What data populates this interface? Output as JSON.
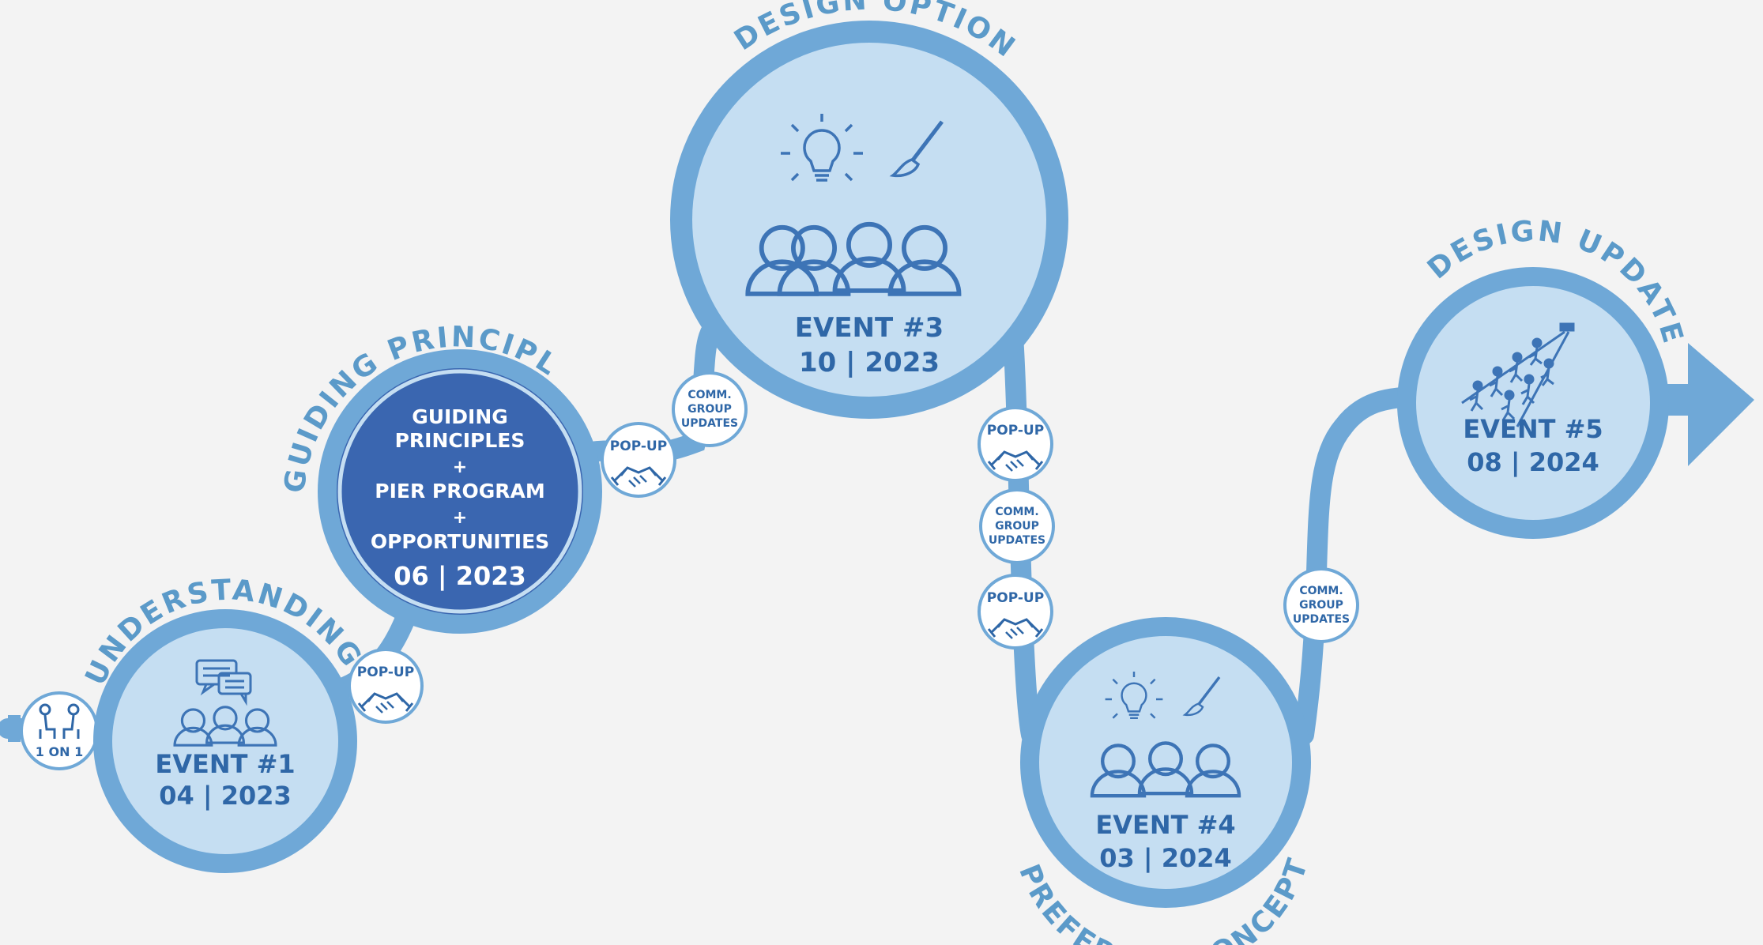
{
  "stages": {
    "understanding": "UNDERSTANDING",
    "guiding": "GUIDING PRINCIPLES",
    "design_options": "DESIGN OPTIONS",
    "design_update": "DESIGN UPDATE",
    "preferred": "PREFERRED CONCEPT"
  },
  "events": [
    {
      "title": "EVENT #1",
      "date": "04 | 2023"
    },
    {
      "lines": [
        "GUIDING",
        "PRINCIPLES",
        "+",
        "PIER PROGRAM",
        "+",
        "OPPORTUNITIES"
      ],
      "date": "06 | 2023"
    },
    {
      "title": "EVENT #3",
      "date": "10 | 2023"
    },
    {
      "title": "EVENT #4",
      "date": "03 | 2024"
    },
    {
      "title": "EVENT #5",
      "date": "08 | 2024"
    }
  ],
  "small": {
    "one_on_one": "1 ON 1",
    "popup": "POP-UP",
    "comm": [
      "COMM.",
      "GROUP",
      "UPDATES"
    ]
  },
  "colors": {
    "path": "#6fa8d7",
    "circle_fill": "#c5def2",
    "circle_ring": "#6fa8d7",
    "dark_fill": "#3a66b0",
    "text": "#2f67a7",
    "label": "#5b9ac9"
  },
  "icons": [
    "chat-bubbles-icon",
    "group-icon",
    "lightbulb-icon",
    "paintbrush-icon",
    "people-walking-icon",
    "handshake-icon",
    "meeting-icon",
    "arrow-right-icon"
  ]
}
